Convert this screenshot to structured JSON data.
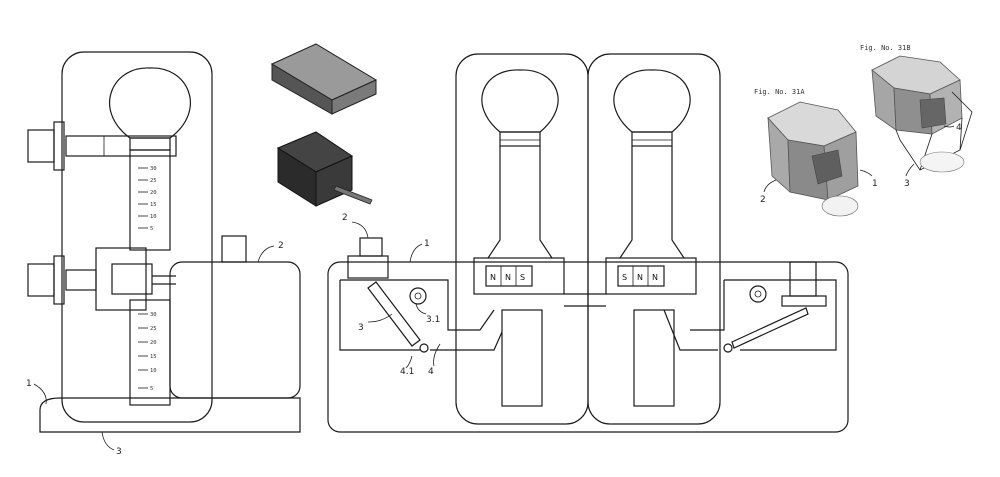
{
  "left_device": {
    "labels": {
      "base": "1",
      "top_box": "2",
      "bottom_tab": "3"
    },
    "scale_upper": [
      "30",
      "25",
      "20",
      "15",
      "10",
      "5"
    ],
    "scale_lower": [
      "30",
      "25",
      "20",
      "15",
      "10",
      "5"
    ]
  },
  "middle_device": {
    "labels": {
      "tank": "1",
      "sensor_block": "2",
      "lever_arm": "3",
      "pivot": "3.1",
      "pipe": "4",
      "valve": "4.1"
    },
    "magnet_left": [
      "N",
      "N",
      "S"
    ],
    "magnet_right": [
      "S",
      "N",
      "N"
    ]
  },
  "figures": {
    "fig_a": {
      "caption": "Fig. No. 31A",
      "labels": [
        "1",
        "2"
      ]
    },
    "fig_b": {
      "caption": "Fig. No. 31B",
      "labels": [
        "4",
        "3"
      ]
    }
  },
  "colors": {
    "line": "#1a1a1a",
    "dark_block": "#2f2f2f",
    "grey_block": "#6e6e6e"
  }
}
